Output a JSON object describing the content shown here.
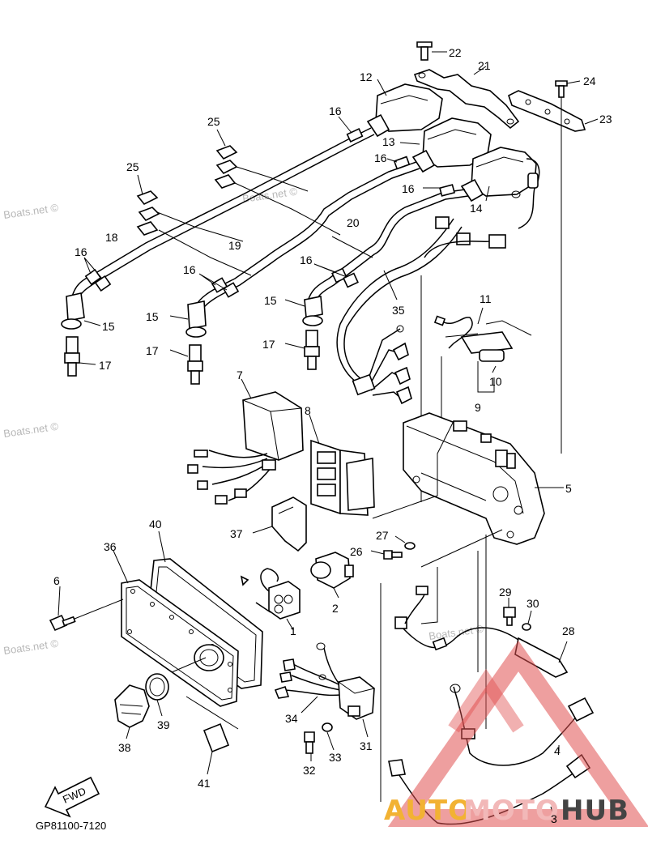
{
  "watermark": "Boats.net ©",
  "diagram_code": "GP81100-7120",
  "fwd_label": "FWD",
  "logo": {
    "part1": "AUTO",
    "part2": "MOTO",
    "part3": "HUB",
    "colors": {
      "auto": "#f2b233",
      "moto": "#f2b8b8",
      "hub": "#444444",
      "triangle": "#e05050"
    }
  },
  "callouts": {
    "n22": "22",
    "n21": "21",
    "n24": "24",
    "n23": "23",
    "n12": "12",
    "n13": "13",
    "n14": "14",
    "n16a": "16",
    "n16b": "16",
    "n16c": "16",
    "n16d": "16",
    "n16e": "16",
    "n16f": "16",
    "n25a": "25",
    "n25b": "25",
    "n18": "18",
    "n19": "19",
    "n20": "20",
    "n35": "35",
    "n15a": "15",
    "n15b": "15",
    "n15c": "15",
    "n17a": "17",
    "n17b": "17",
    "n17c": "17",
    "n11": "11",
    "n10": "10",
    "n9": "9",
    "n7": "7",
    "n8": "8",
    "n5": "5",
    "n37": "37",
    "n40": "40",
    "n36": "36",
    "n6": "6",
    "n27": "27",
    "n26": "26",
    "n2": "2",
    "n1": "1",
    "n29": "29",
    "n30": "30",
    "n28": "28",
    "n34": "34",
    "n31": "31",
    "n32": "32",
    "n33": "33",
    "n39": "39",
    "n38": "38",
    "n41": "41",
    "n4": "4",
    "n3": "3"
  }
}
